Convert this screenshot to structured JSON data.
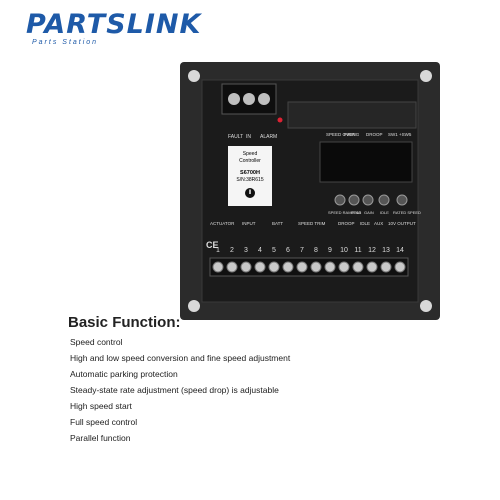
{
  "brand": {
    "name": "PARTSLINK",
    "tagline": "Parts Station",
    "color": "#1e5aa8"
  },
  "device": {
    "top_labels": [
      "FAULT",
      "IN",
      "ALARM"
    ],
    "sticker": {
      "title_line1": "Speed",
      "title_line2": "Controller",
      "model": "S6700H",
      "serial": "S/N:38R615"
    },
    "indicator_labels": [
      "SPEED OVER",
      "FIRING",
      "DROOP",
      "SW1 +SW5"
    ],
    "dial_labels": [
      "SPEED RAMPING",
      "STAB",
      "GAIN",
      "IDLE",
      "RATED SPEED"
    ],
    "terminal_group_labels": [
      "ACTUATOR",
      "INPUT",
      "BATT",
      "SPEED TRIM",
      "DROOP",
      "IDLE",
      "AUX",
      "10V OUTPUT"
    ],
    "terminal_numbers": [
      "1",
      "2",
      "3",
      "4",
      "5",
      "6",
      "7",
      "8",
      "9",
      "10",
      "11",
      "12",
      "13",
      "14"
    ],
    "ce_mark": "CE"
  },
  "section": {
    "heading": "Basic Function:",
    "features": [
      "Speed control",
      "High and low speed conversion and fine speed adjustment",
      "Automatic parking protection",
      "Steady-state rate adjustment (speed drop) is adjustable",
      "High speed start",
      "Full speed control",
      "Parallel function"
    ]
  }
}
